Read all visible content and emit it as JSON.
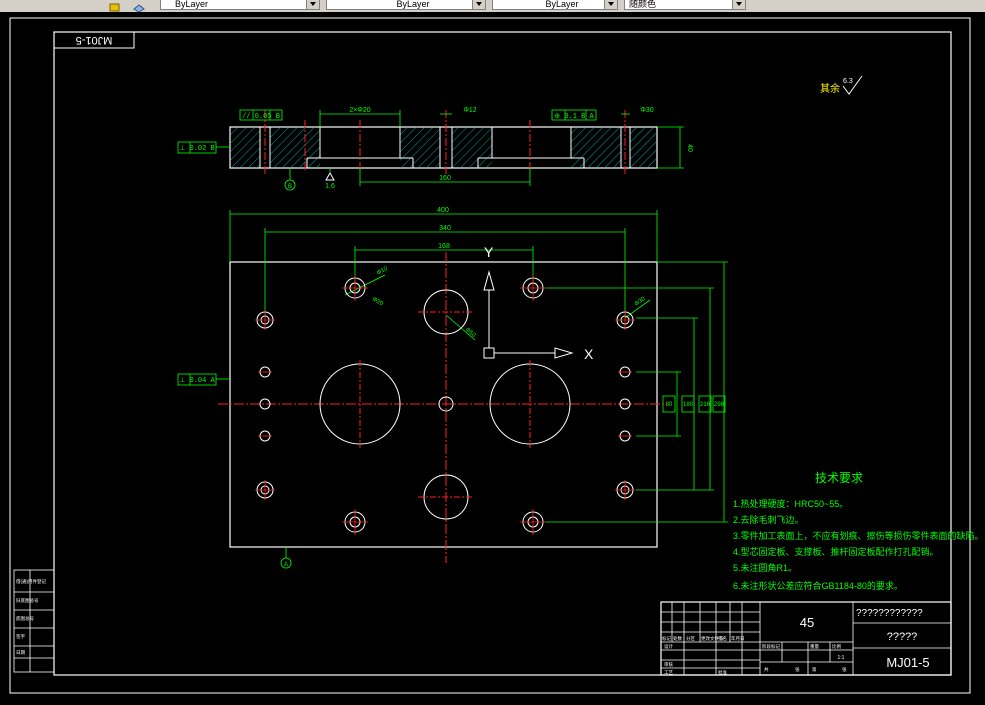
{
  "toolbar": {
    "layer_combo_1": "ByLayer",
    "layer_combo_2": "ByLayer",
    "layer_combo_3": "ByLayer",
    "color_combo": "随颜色"
  },
  "drawing": {
    "drawing_number_mirrored": "MJ01-5",
    "surface_finish_label": "其余",
    "surface_finish_value": "6.3",
    "section_view": {
      "tolerance_parallel": "// 0.05 B",
      "tolerance_flatness": "⊥ 0.02 B",
      "tolerance_position": "⊕ 0.1 B A",
      "dim_hole_a": "2×Φ20",
      "dim_hole_b": "Φ12",
      "dim_hole_c": "Φ30",
      "dim_height": "40",
      "dim_span": "160",
      "datum": "B",
      "surface_mark": "1.6"
    },
    "plan_view": {
      "dim_width_total": "400",
      "dim_width_340": "340",
      "dim_width_168": "168",
      "dim_height_80": "80",
      "dim_height_180": "180",
      "dim_height_216": "216",
      "dim_height_298": "298",
      "dim_dia_10": "Φ10",
      "dim_dia_20": "Φ20",
      "dim_dia_50": "Φ50",
      "dim_dia_30": "Φ30",
      "axis_y": "Y",
      "axis_x": "X",
      "tolerance_perp": "⊥ 0.04 A",
      "datum": "A"
    },
    "tech_requirements": {
      "title": "技术要求",
      "items": [
        "1.热处理硬度：HRC50~55。",
        "2.去除毛刺飞边。",
        "3.零件加工表面上，不应有划痕、擦伤等损伤零件表面的缺陷。",
        "4.型芯固定板、支撑板、推杆固定板配作打孔配销。",
        "5.未注圆角R1。",
        "6.未注形状公差应符合GB1184-80的要求。"
      ]
    },
    "title_block": {
      "material": "45",
      "company": "????????????",
      "part_name": "?????",
      "drawing_number": "MJ01-5",
      "scale": "1:1",
      "labels": [
        "标记",
        "处数",
        "分区",
        "更改文件号",
        "签名",
        "年月日",
        "设计",
        "审核",
        "工艺",
        "批准",
        "阶段标记",
        "重量",
        "比例",
        "共",
        "张",
        "第",
        "张"
      ]
    },
    "left_strip": {
      "labels": [
        "借(通)用件登记",
        "旧底图总号",
        "底图总号",
        "签字",
        "日期"
      ]
    }
  }
}
